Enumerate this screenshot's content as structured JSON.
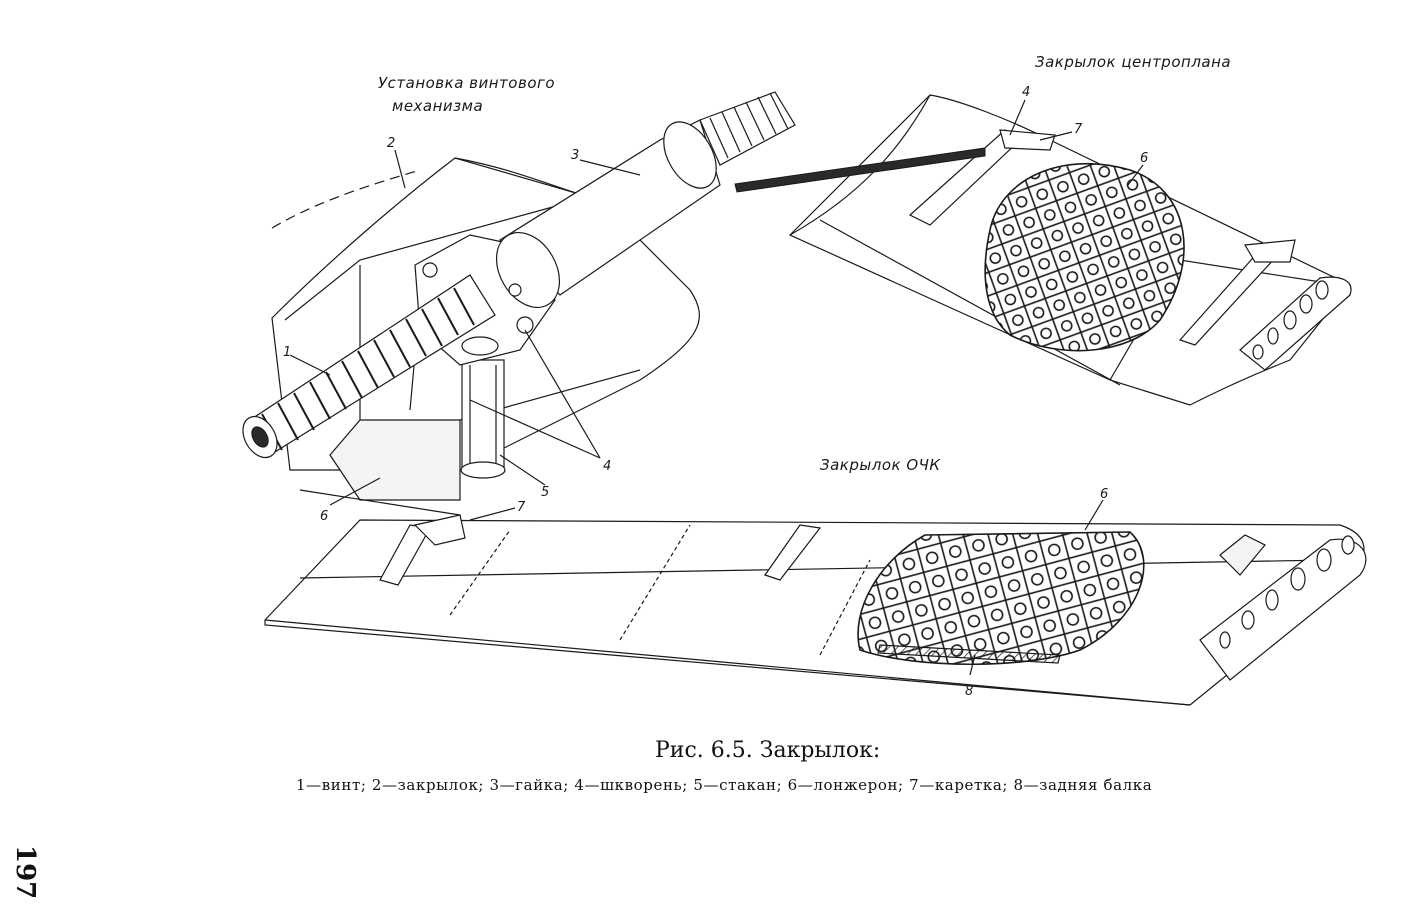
{
  "figure": {
    "labels": {
      "screw_mechanism": [
        "Установка винтового",
        "механизма"
      ],
      "center_flap": "Закрылок центроплана",
      "outer_flap": "Закрылок ОЧК"
    },
    "numbers": {
      "n1": "1",
      "n2": "2",
      "n3": "3",
      "n4a": "4",
      "n4b": "4",
      "n5": "5",
      "n6a": "6",
      "n6b": "6",
      "n6c": "6",
      "n7a": "7",
      "n7b": "7",
      "n8": "8"
    }
  },
  "caption": {
    "title": "Рис. 6.5. Закрылок:",
    "legend": "1—винт; 2—закрылок; 3—гайка; 4—шкворень; 5—стакан; 6—лонжерон; 7—каретка; 8—задняя балка"
  },
  "page_number": "197"
}
